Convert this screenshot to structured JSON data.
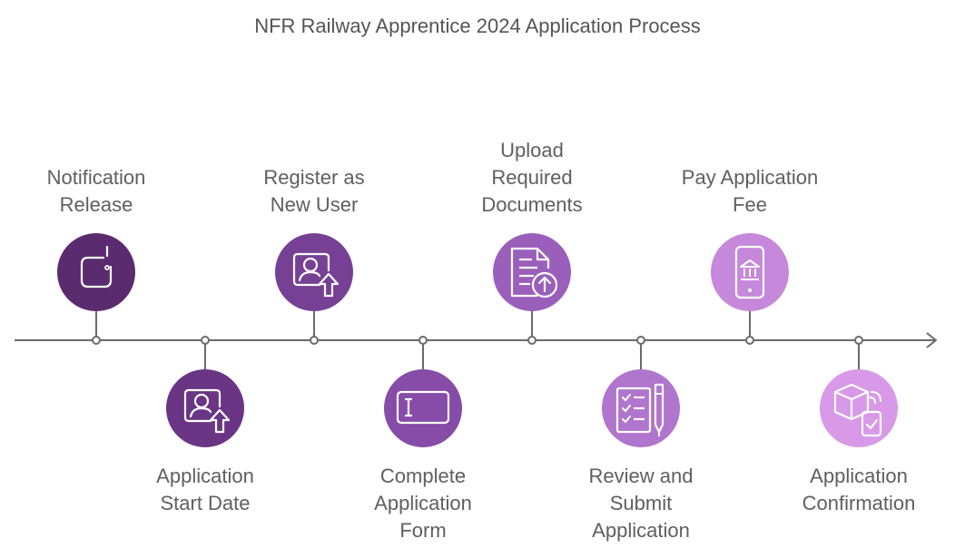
{
  "title": "NFR Railway Apprentice 2024 Application Process",
  "steps": [
    {
      "lines": [
        "Notification",
        "Release"
      ],
      "icon": "notification-icon",
      "color": "#5b2b6f"
    },
    {
      "lines": [
        "Application",
        "Start Date"
      ],
      "icon": "user-upload-icon",
      "color": "#6a3585"
    },
    {
      "lines": [
        "Register as",
        "New User"
      ],
      "icon": "user-upload-icon",
      "color": "#764095"
    },
    {
      "lines": [
        "Complete",
        "Application",
        "Form"
      ],
      "icon": "form-input-icon",
      "color": "#864ca8"
    },
    {
      "lines": [
        "Upload",
        "Required",
        "Documents"
      ],
      "icon": "document-upload-icon",
      "color": "#9a5fbb"
    },
    {
      "lines": [
        "Review and",
        "Submit",
        "Application"
      ],
      "icon": "checklist-pen-icon",
      "color": "#b075cc"
    },
    {
      "lines": [
        "Pay Application",
        "Fee"
      ],
      "icon": "mobile-bank-icon",
      "color": "#c688da"
    },
    {
      "lines": [
        "Application",
        "Confirmation"
      ],
      "icon": "package-check-icon",
      "color": "#d89ae8"
    }
  ]
}
